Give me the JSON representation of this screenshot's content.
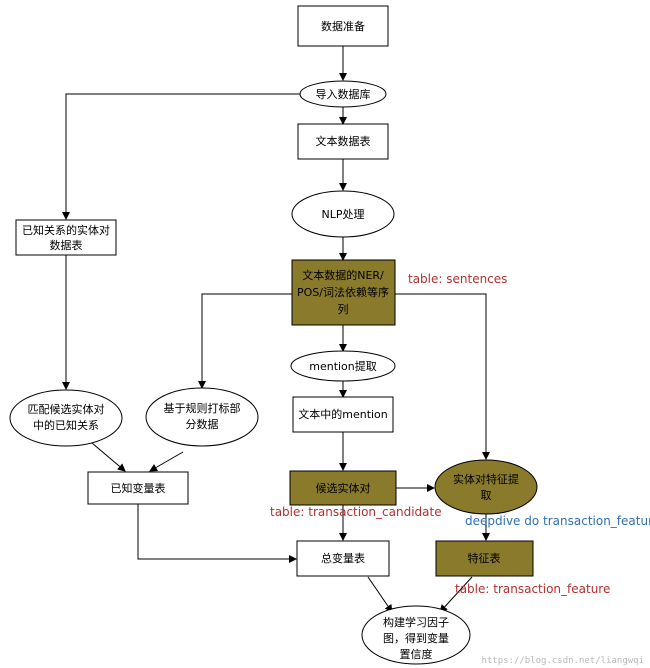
{
  "nodes": {
    "data_prep": "数据准备",
    "import_db": "导入数据库",
    "text_table": "文本数据表",
    "nlp": "NLP处理",
    "ner": [
      "文本数据的NER/",
      "POS/词法依赖等序",
      "列"
    ],
    "known_pairs": [
      "已知关系的实体对",
      "数据表"
    ],
    "mention_extract": "mention提取",
    "text_mention": "文本中的mention",
    "match_known": [
      "匹配候选实体对",
      "中的已知关系"
    ],
    "rule_label": [
      "基于规则打标部",
      "分数据"
    ],
    "known_var": "已知变量表",
    "candidate": "候选实体对",
    "feature_extract": [
      "实体对特征提",
      "取"
    ],
    "total_var": "总变量表",
    "feature_table": "特征表",
    "build_graph": [
      "构建学习因子",
      "图，得到变量",
      "置信度"
    ]
  },
  "notes": {
    "sentences": "table: sentences",
    "transaction_candidate": "table: transaction_candidate",
    "deepdive": "deepdive do transaction_feature",
    "transaction_feature": "table: transaction_feature"
  },
  "colors": {
    "dark_fill": "#8a7a2c",
    "note_red": "#b03030",
    "note_blue": "#2f6fb0"
  },
  "watermark": "https://blog.csdn.net/liangwqi"
}
